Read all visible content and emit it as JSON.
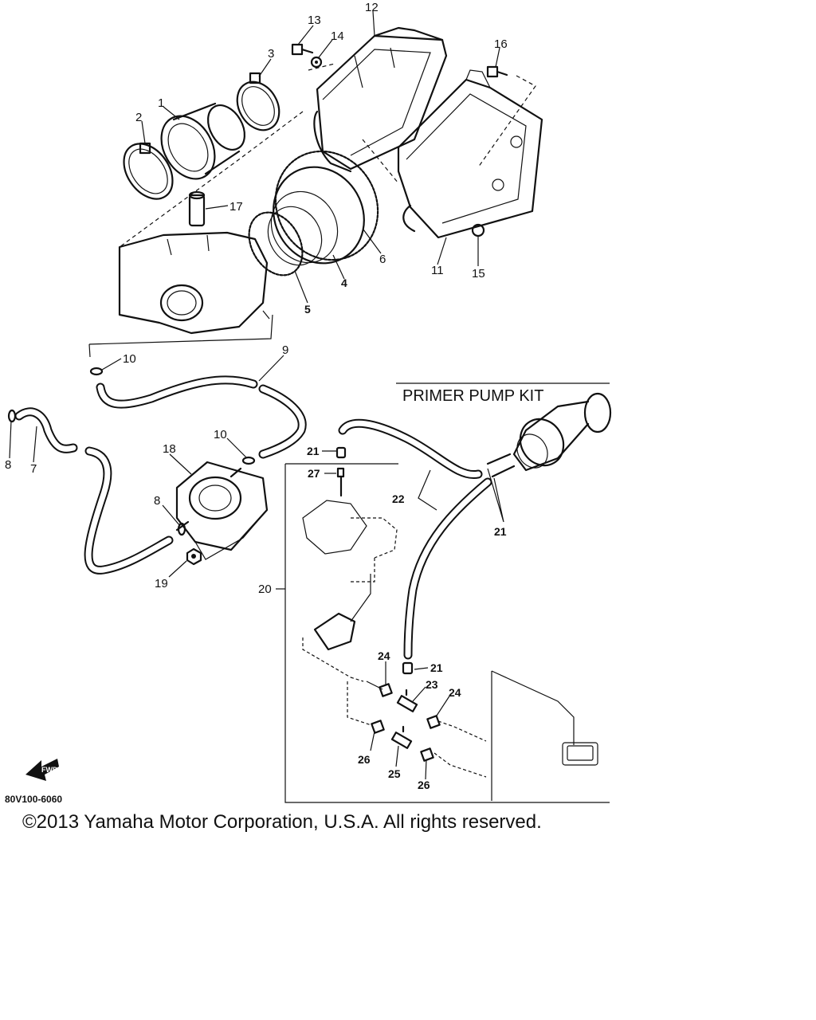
{
  "kit_title": "PRIMER PUMP KIT",
  "diagram_code": "80V100-6060",
  "fwd_label": "FWD",
  "copyright": "©2013 Yamaha Motor Corporation, U.S.A. All rights reserved.",
  "callouts": [
    {
      "id": "12",
      "text": "12"
    },
    {
      "id": "13",
      "text": "13"
    },
    {
      "id": "14",
      "text": "14"
    },
    {
      "id": "3",
      "text": "3"
    },
    {
      "id": "16",
      "text": "16"
    },
    {
      "id": "1",
      "text": "1"
    },
    {
      "id": "2",
      "text": "2"
    },
    {
      "id": "17",
      "text": "17"
    },
    {
      "id": "6",
      "text": "6"
    },
    {
      "id": "11",
      "text": "11"
    },
    {
      "id": "15",
      "text": "15"
    },
    {
      "id": "4",
      "text": "4"
    },
    {
      "id": "5",
      "text": "5"
    },
    {
      "id": "10a",
      "text": "10"
    },
    {
      "id": "9",
      "text": "9"
    },
    {
      "id": "10b",
      "text": "10"
    },
    {
      "id": "18",
      "text": "18"
    },
    {
      "id": "8a",
      "text": "8"
    },
    {
      "id": "7",
      "text": "7"
    },
    {
      "id": "8b",
      "text": "8"
    },
    {
      "id": "19",
      "text": "19"
    },
    {
      "id": "20",
      "text": "20"
    },
    {
      "id": "21a",
      "text": "21"
    },
    {
      "id": "27",
      "text": "27"
    },
    {
      "id": "22",
      "text": "22"
    },
    {
      "id": "21b",
      "text": "21"
    },
    {
      "id": "21c",
      "text": "21"
    },
    {
      "id": "24a",
      "text": "24"
    },
    {
      "id": "23",
      "text": "23"
    },
    {
      "id": "24b",
      "text": "24"
    },
    {
      "id": "26a",
      "text": "26"
    },
    {
      "id": "25",
      "text": "25"
    },
    {
      "id": "26b",
      "text": "26"
    }
  ]
}
